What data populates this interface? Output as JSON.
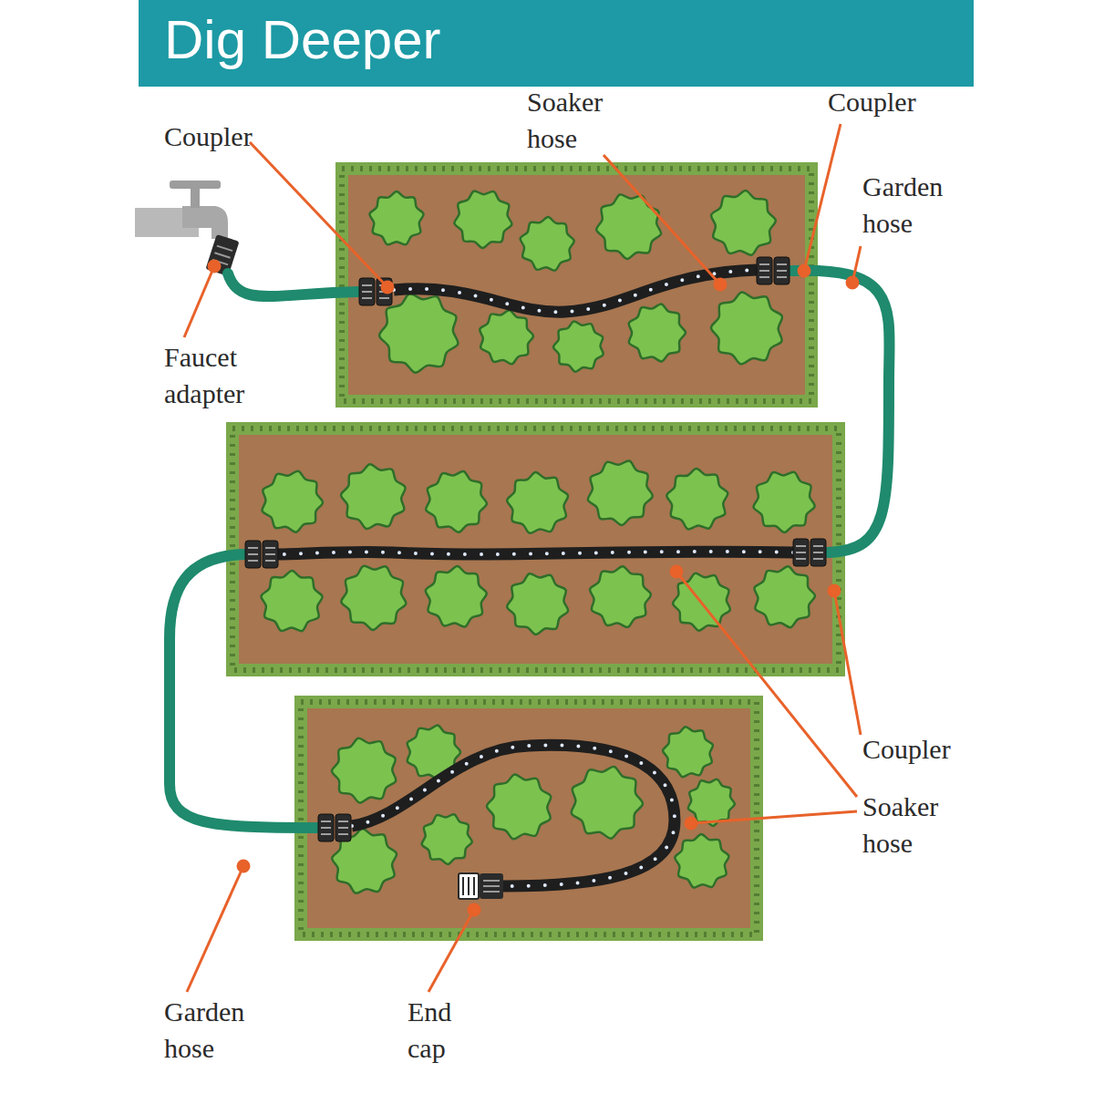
{
  "diagram": {
    "title": "Dig Deeper",
    "labels": [
      "Coupler",
      "Soaker hose",
      "Coupler",
      "Garden hose",
      "Faucet adapter",
      "Coupler",
      "Soaker hose",
      "Garden hose",
      "End cap"
    ]
  }
}
